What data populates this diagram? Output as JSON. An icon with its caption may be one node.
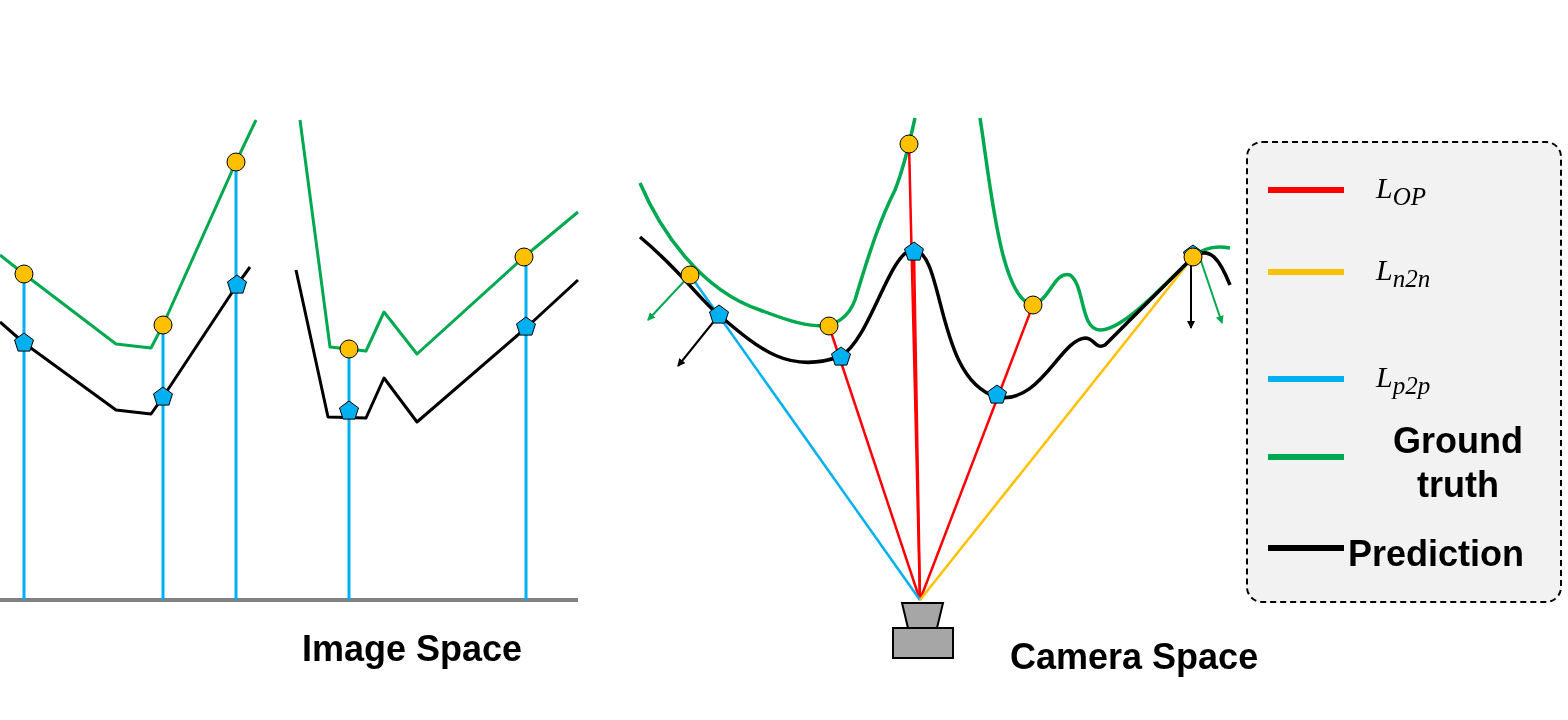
{
  "diagram": {
    "labels": [
      "Image Space",
      "Camera Space"
    ],
    "legend": [
      {
        "text": "L$_{OP}$"
      },
      {
        "text": "L$_{n2n}$"
      },
      {
        "text": "L$_{p2p}$"
      },
      {
        "text": "Ground truth"
      },
      {
        "text": "Prediction"
      }
    ]
  }
}
